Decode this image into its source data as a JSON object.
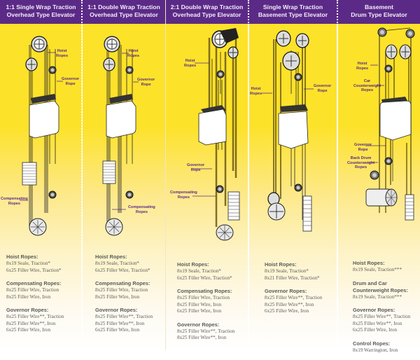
{
  "colors": {
    "header_bg": "#5b2a86",
    "header_text": "#f3ecfa",
    "panel_yellow": "#fde22a",
    "label_purple": "#5b2a86",
    "spec_text": "#5a5a5a"
  },
  "columns": [
    {
      "title_line1": "1:1 Single Wrap Traction",
      "title_line2": "Overhead Type Elevator",
      "labels": {
        "hoist": [
          "Hoist",
          "Ropes"
        ],
        "governor": [
          "Governor",
          "Rope"
        ],
        "compensating": [
          "Compensating",
          "Ropes"
        ]
      },
      "specs": [
        {
          "heading": "Hoist Ropes:",
          "items": [
            "8x19 Seale, Traction*",
            "6x25 Filler Wire, Traction*"
          ]
        },
        {
          "heading": "Compensating Ropes:",
          "items": [
            "8x25 Filler Wire, Traction",
            "8x25 Filler Wire, Iron"
          ]
        },
        {
          "heading": "Governor Ropes:",
          "items": [
            "8x25 Filler Wire**, Traction",
            "8x25 Filler Wire**, Iron",
            "6x25 Filler Wire, Iron"
          ]
        }
      ]
    },
    {
      "title_line1": "1:1 Double Wrap Traction",
      "title_line2": "Overhead Type Elevator",
      "labels": {
        "hoist": [
          "Hoist",
          "Ropes"
        ],
        "governor": [
          "Governor",
          "Rope"
        ],
        "compensating": [
          "Compensating",
          "Ropes"
        ]
      },
      "specs": [
        {
          "heading": "Hoist Ropes:",
          "items": [
            "8x19 Seale, Traction*",
            "6x25 Filler Wire, Traction*"
          ]
        },
        {
          "heading": "Compensating Ropes:",
          "items": [
            "8x25 Filler Wire, Traction",
            "8x25 Filler Wire, Iron"
          ]
        },
        {
          "heading": "Governor Ropes:",
          "items": [
            "8x25 Filler Wire**, Traction",
            "8x25 Filler Wire**, Iron",
            "6x25 Filler Wire, Iron"
          ]
        }
      ]
    },
    {
      "title_line1": "2:1 Double Wrap Traction",
      "title_line2": "Overhead Type Elevator",
      "labels": {
        "hoist": [
          "Hoist",
          "Ropes"
        ],
        "governor": [
          "Governor",
          "Rope"
        ],
        "compensating": [
          "Compensating",
          "Ropes"
        ]
      },
      "specs": [
        {
          "heading": "Hoist Ropes:",
          "items": [
            "8x19 Seale, Traction*",
            "6x25 Filler Wire, Traction*"
          ]
        },
        {
          "heading": "Compensating Ropes:",
          "items": [
            "8x25 Filler Wire, Traction",
            "8x25 Filler Wire, Iron",
            "6x25 Filler Wire, Iron"
          ]
        },
        {
          "heading": "Governor Ropes:",
          "items": [
            "8x25 Filler Wire**, Traction",
            "8x25 Filler Wire**, Iron"
          ]
        }
      ]
    },
    {
      "title_line1": "Single Wrap Traction",
      "title_line2": "Basement Type Elevator",
      "labels": {
        "hoist": [
          "Hoist",
          "Ropes"
        ],
        "governor": [
          "Governor",
          "Rope"
        ]
      },
      "specs": [
        {
          "heading": "Hoist Ropes:",
          "items": [
            "8x19 Seale, Traction*",
            "8x21 Filler Wire, Traction*"
          ]
        },
        {
          "heading": "Governor Ropes:",
          "items": [
            "8x25 Filler Wire**, Traction",
            "8x25 Filler Wire**, Iron",
            "6x25 Filler Wire, Iron"
          ]
        }
      ]
    },
    {
      "title_line1": "Basement",
      "title_line2": "Drum Type Elevator",
      "labels": {
        "hoist": [
          "Hoist",
          "Ropes"
        ],
        "car_cw": [
          "Car",
          "Counterweight",
          "Ropes"
        ],
        "governor": [
          "Governor",
          "Rope"
        ],
        "back_drum": [
          "Back Drum",
          "Counterweight",
          "Ropes"
        ]
      },
      "specs": [
        {
          "heading": "Hoist Ropes:",
          "items": [
            "8x19 Seale, Traction***"
          ]
        },
        {
          "heading": "Drum and Car Counterweight Ropes:",
          "items": [
            "8x19 Seale, Traction***"
          ]
        },
        {
          "heading": "Governor Ropes:",
          "items": [
            "8x25 Filler Wire**, Traction",
            "8x25 Filler Wire**, Iron",
            "6x25 Filler Wire, Iron"
          ]
        },
        {
          "heading": "Control Ropes:",
          "items": [
            "8x19 Warrington, Iron"
          ]
        }
      ]
    }
  ]
}
